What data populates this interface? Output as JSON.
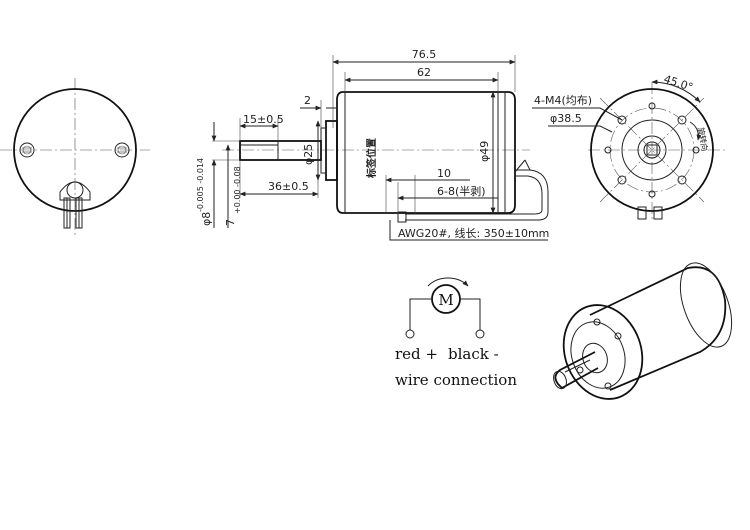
{
  "dims": {
    "overall_length": "76.5",
    "body_length": "62",
    "flange": "2",
    "shaft_flat": "15±0.5",
    "shaft_total": "36±0.5",
    "boss_dia": "φ25",
    "body_dia": "φ49",
    "label_pos": "标签位置",
    "shaft_dia": "φ8",
    "shaft_tol": "-0.005 -0.014",
    "flat_dim": "7",
    "flat_tol": "+0.00 -0.08",
    "dim_10": "10",
    "strip_len": "6-8(半剥)",
    "wire_spec": "AWG20#, 线长: 350±10mm",
    "holes": "4-M4(均布)",
    "pcd": "φ38.5",
    "angle": "45.0°",
    "rotation": "旋转向"
  },
  "wiring": {
    "motor_symbol": "M",
    "red": "red +",
    "black": "black -",
    "caption": "wire connection"
  }
}
